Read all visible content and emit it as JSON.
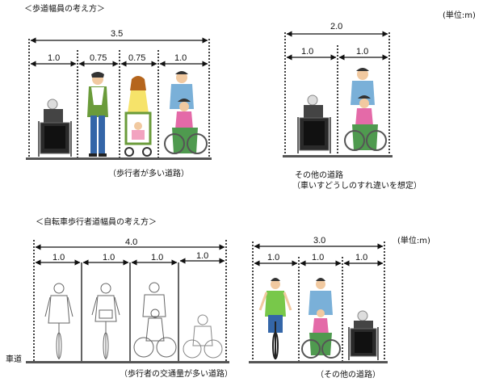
{
  "section1": {
    "title": "＜歩道幅員の考え方＞",
    "unit": "(単位:m)",
    "left": {
      "total": "3.5",
      "widths": [
        "1.0",
        "0.75",
        "0.75",
        "1.0"
      ],
      "caption": "（歩行者が多い道路）"
    },
    "right": {
      "total": "2.0",
      "widths": [
        "1.0",
        "1.0"
      ],
      "caption_line1": "その他の道路",
      "caption_line2": "（車いすどうしのすれ違いを想定）"
    }
  },
  "section2": {
    "title": "＜自転車歩行者道幅員の考え方＞",
    "unit": "(単位:m)",
    "left": {
      "total": "4.0",
      "widths": [
        "1.0",
        "1.0",
        "1.0",
        "1.0"
      ],
      "road_label": "車道",
      "caption": "（歩行者の交通量が多い道路）"
    },
    "right": {
      "total": "3.0",
      "widths": [
        "1.0",
        "1.0",
        "1.0"
      ],
      "caption": "（その他の道路）"
    }
  }
}
